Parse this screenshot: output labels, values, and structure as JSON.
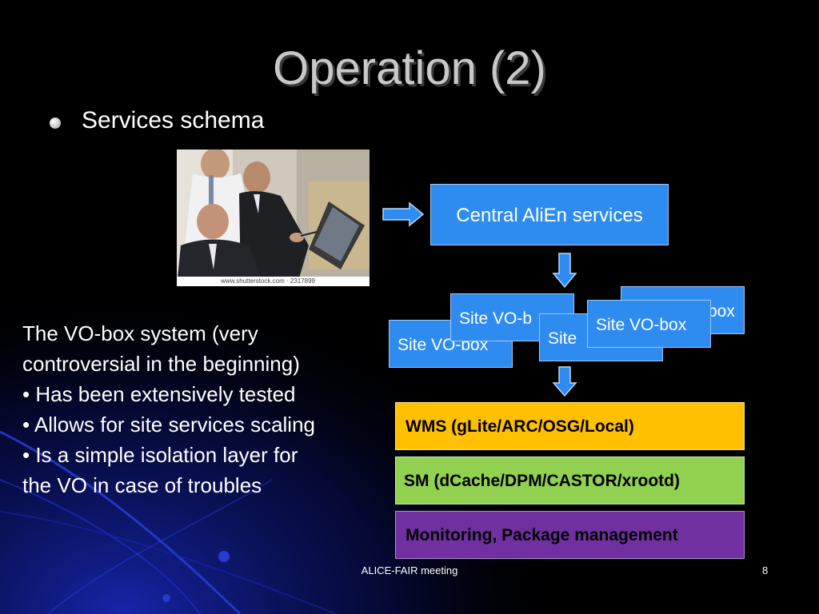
{
  "slide": {
    "title": "Operation (2)",
    "bullet": "Services schema",
    "photo": {
      "watermark_text": "www.shutterstock.com · 2317899"
    },
    "central_box": "Central AliEn services",
    "vo_boxes": [
      "Site VO-box",
      "Site VO-b",
      "Site",
      "box",
      "Site VO-box"
    ],
    "layers": {
      "wms": "WMS (gLite/ARC/OSG/Local)",
      "sm": "SM (dCache/DPM/CASTOR/xrootd)",
      "monitoring": "Monitoring, Package management"
    },
    "note_lines": [
      "The VO-box system (very",
      "controversial in the beginning)",
      "• Has been extensively tested",
      "• Allows for site services scaling",
      "• Is a simple isolation layer for",
      "the VO in case of troubles"
    ],
    "footer": {
      "center": "ALICE-FAIR meeting",
      "page_number": "8"
    }
  },
  "colors": {
    "background": "#000000",
    "title": "#c8c8c8",
    "service_box": "#2e8cf0",
    "wms_layer": "#ffc000",
    "sm_layer": "#92d050",
    "monitoring_layer": "#7030a0",
    "arrow": "#2e8cf0"
  }
}
